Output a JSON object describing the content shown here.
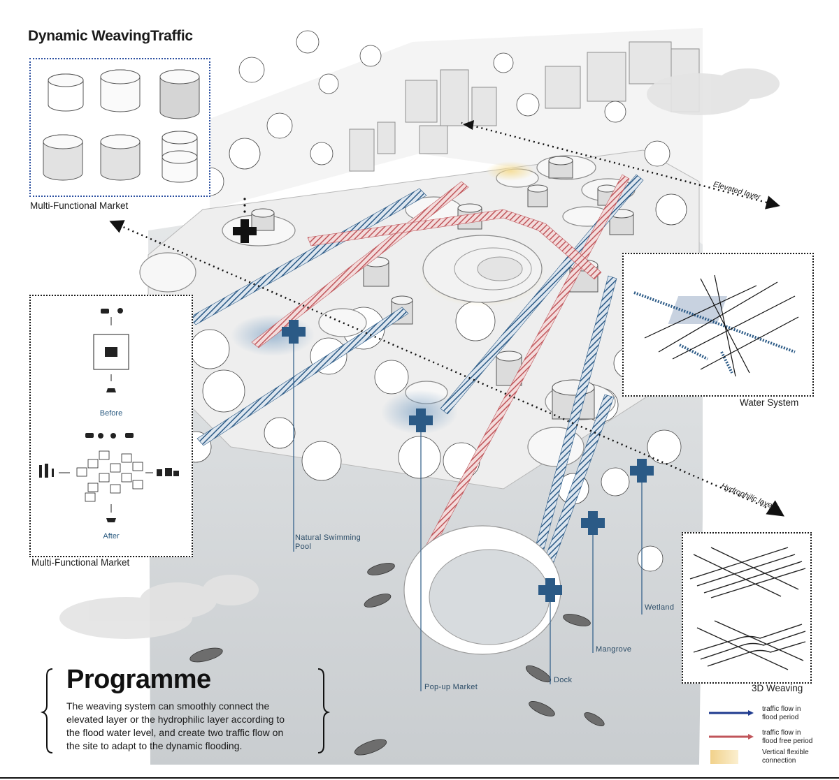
{
  "title": "Dynamic WeavingTraffic",
  "market_top_caption": "Multi-Functional Market",
  "market_bottom_caption": "Multi-Functional Market",
  "water_system_caption": "Water System",
  "weaving_caption": "3D Weaving",
  "elevated_layer": "Elevated layer",
  "hydrophilic_layer": "Hydrophilic layer",
  "flowchart": {
    "before": "Before",
    "after": "After"
  },
  "callouts": {
    "swimming_pool": [
      "Natural Swimming",
      "Pool"
    ],
    "popup_market": "Pop-up Market",
    "dock": "Dock",
    "mangrove": "Mangrove",
    "wetland": "Wetland"
  },
  "programme": {
    "title": "Programme",
    "body": [
      "The weaving system can smoothly connect the",
      "elevated layer or the hydrophilic layer according to",
      "the flood water level, and create two traffic flow on",
      "the site to adapt to the dynamic flooding."
    ]
  },
  "legend": [
    {
      "lines": [
        "traffic flow in",
        "flood period"
      ],
      "color": "#1f3b8f",
      "kind": "arrow"
    },
    {
      "lines": [
        "traffic flow in",
        "flood free period"
      ],
      "color": "#c0555a",
      "kind": "arrow"
    },
    {
      "lines": [
        "Vertical flexible",
        "connection"
      ],
      "color": "#f1d18a",
      "kind": "swatch"
    }
  ],
  "colors": {
    "blue": "#2b5a86",
    "red": "#c0555a",
    "yellow": "#f1d18a",
    "water": "#d9dde0"
  }
}
